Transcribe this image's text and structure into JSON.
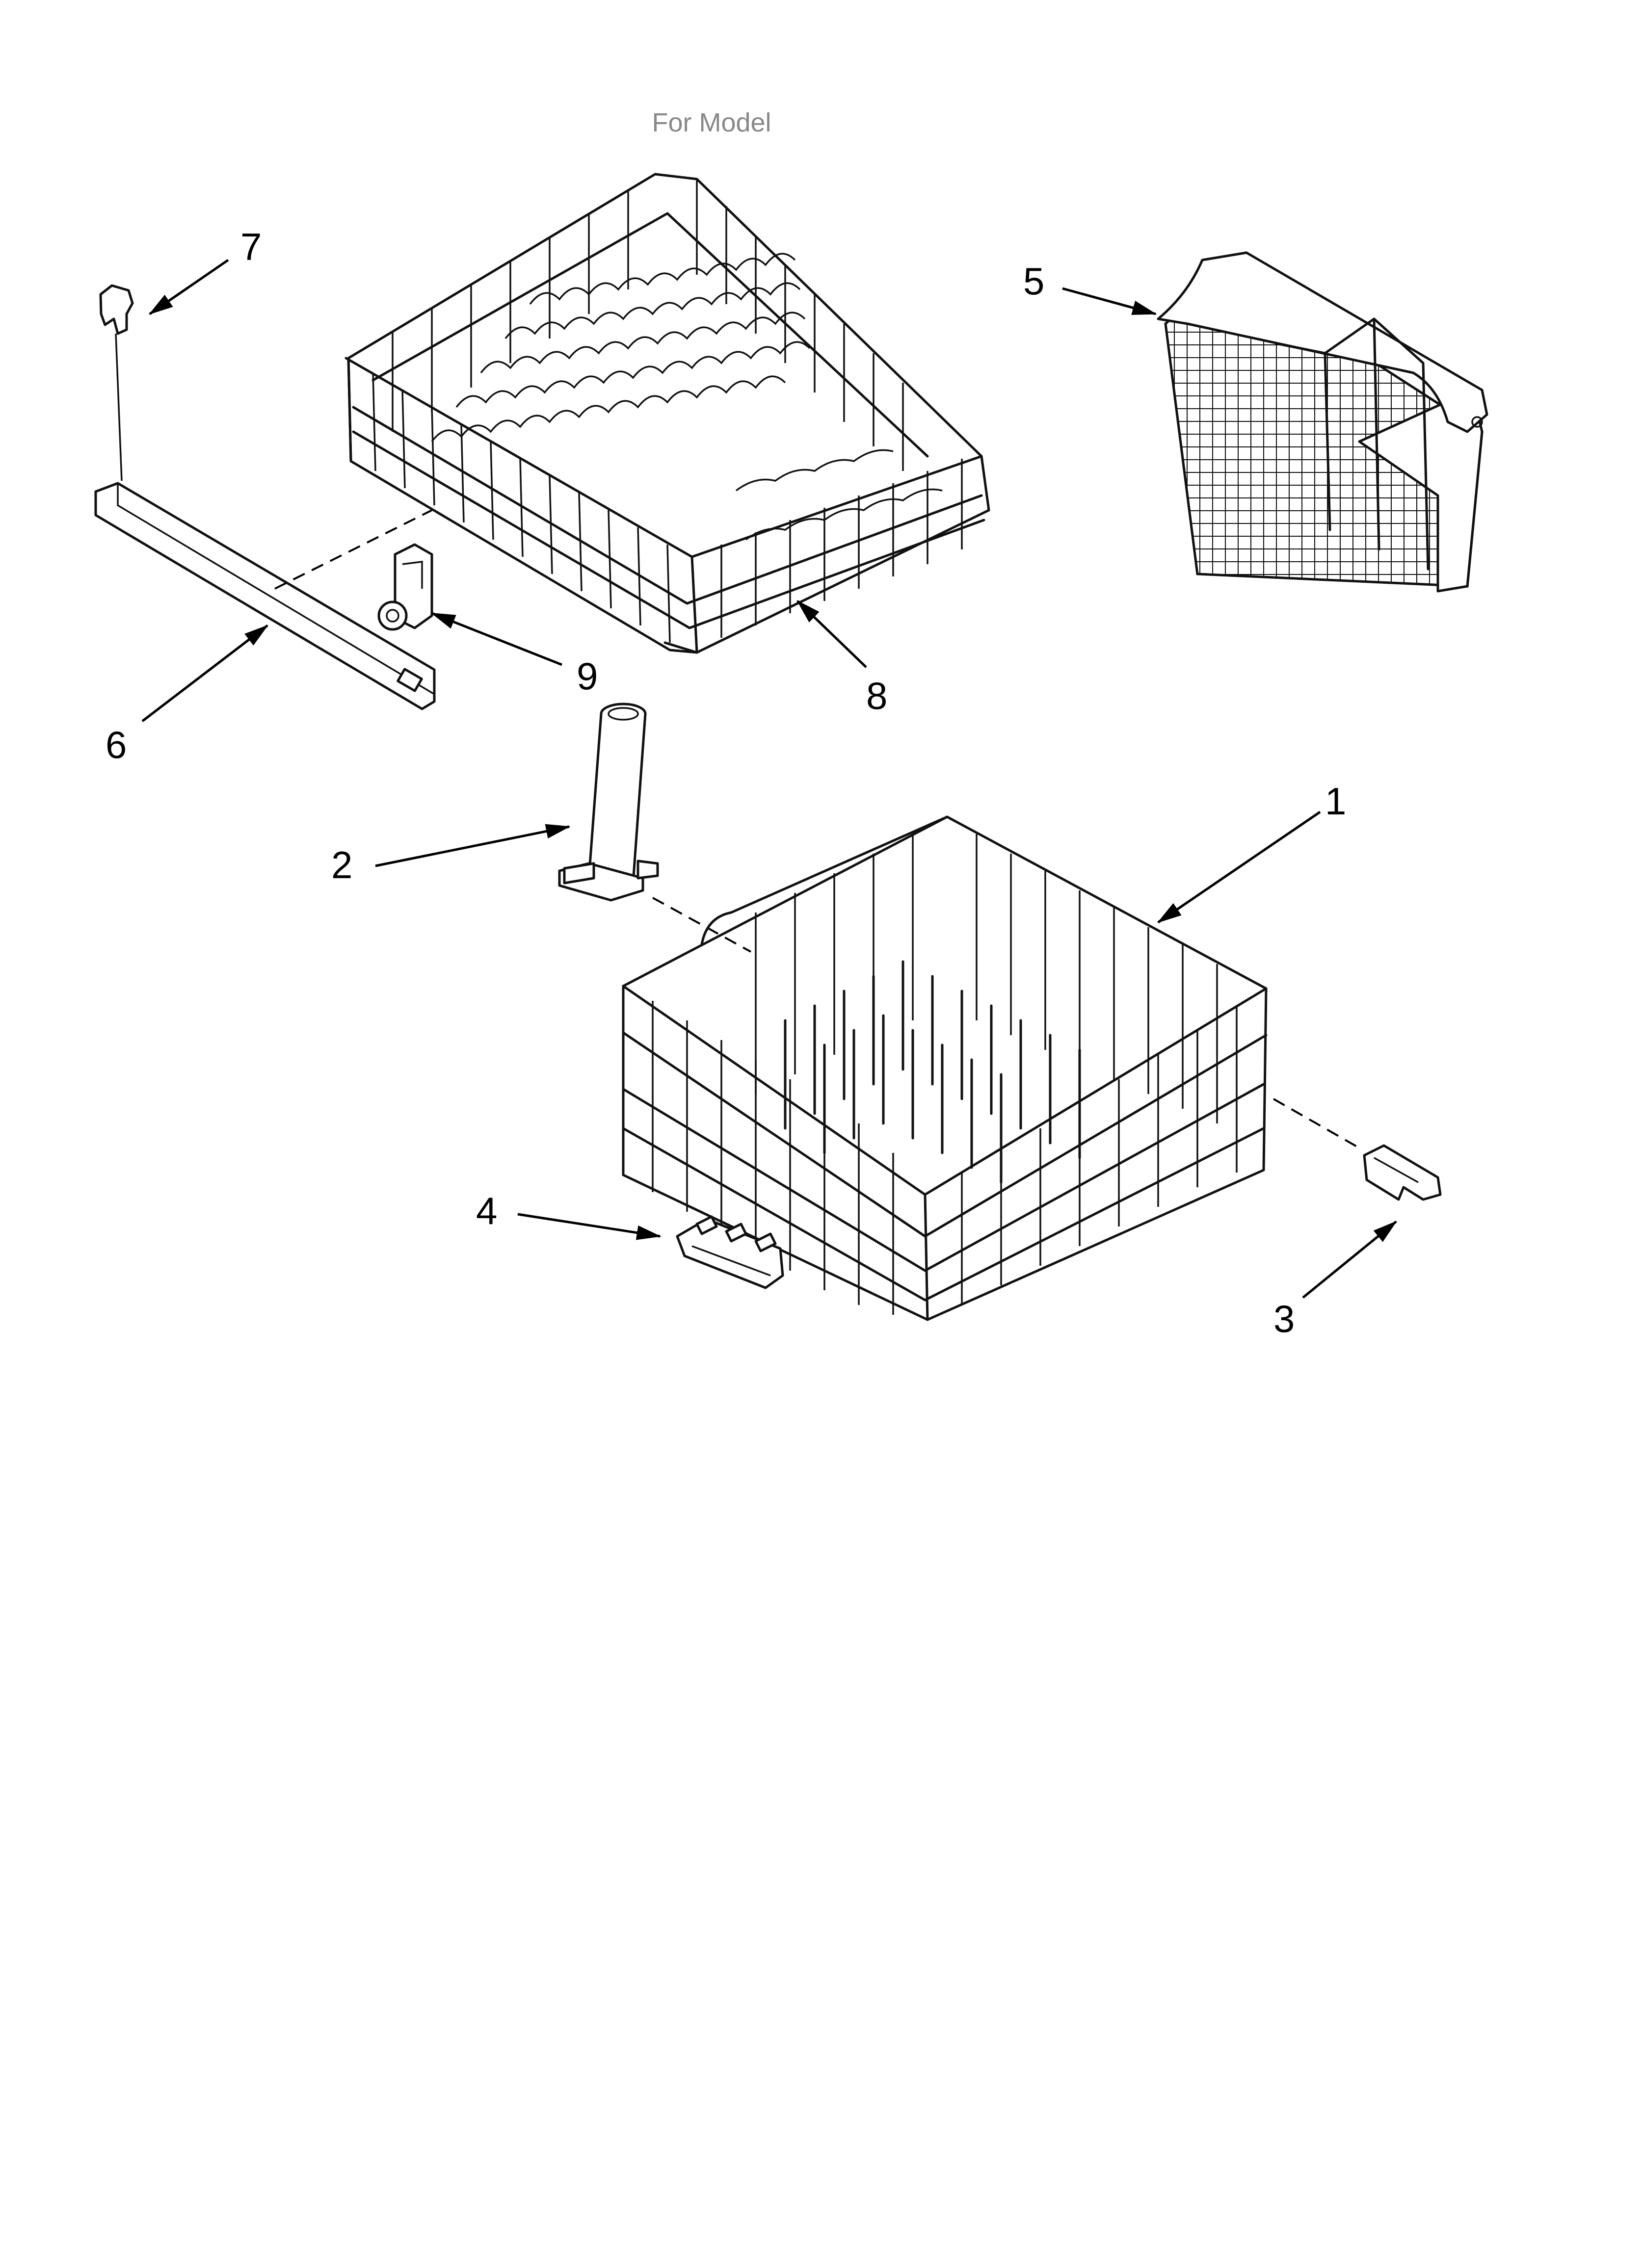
{
  "header_fragment": "For Model",
  "callouts": [
    {
      "id": "1",
      "label": "1",
      "part": "lower-rack"
    },
    {
      "id": "2",
      "label": "2",
      "part": "lower-spray-tube"
    },
    {
      "id": "3",
      "label": "3",
      "part": "rack-stop-clip"
    },
    {
      "id": "4",
      "label": "4",
      "part": "tine-clip"
    },
    {
      "id": "5",
      "label": "5",
      "part": "silverware-basket"
    },
    {
      "id": "6",
      "label": "6",
      "part": "rack-track"
    },
    {
      "id": "7",
      "label": "7",
      "part": "track-end-cap"
    },
    {
      "id": "8",
      "label": "8",
      "part": "upper-rack"
    },
    {
      "id": "9",
      "label": "9",
      "part": "rack-roller"
    }
  ]
}
